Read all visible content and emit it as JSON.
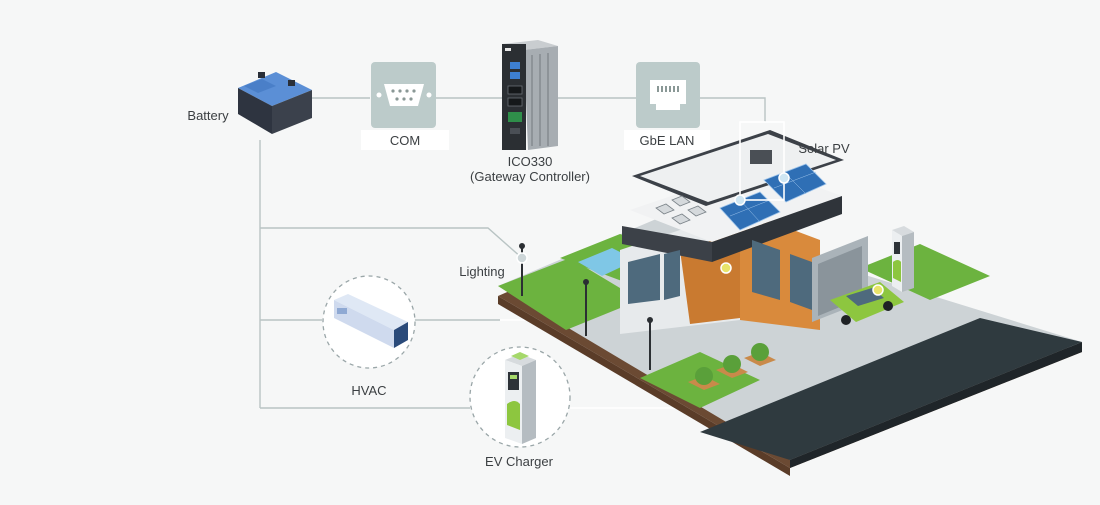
{
  "nodes": {
    "battery": {
      "label": "Battery"
    },
    "com": {
      "label": "COM"
    },
    "controller": {
      "label_line1": "ICO330",
      "label_line2": "(Gateway Controller)"
    },
    "lan": {
      "label": "GbE LAN"
    },
    "solar": {
      "label": "Solar PV"
    },
    "lighting": {
      "label": "Lighting"
    },
    "hvac": {
      "label": "HVAC"
    },
    "ev_charger": {
      "label": "EV Charger"
    }
  },
  "colors": {
    "background": "#f6f7f7",
    "connector_line": "#b9c4c4",
    "icon_tile": "#bccbca",
    "battery_blue": "#3d6fb8",
    "accent_green": "#8dc63f",
    "roof": "#3c4148",
    "brick": "#d98a3c",
    "grass": "#6cb33f",
    "road": "#2f3a3f"
  },
  "icons": [
    "battery-icon",
    "serial-port-icon",
    "gateway-controller-device",
    "ethernet-port-icon",
    "solar-panel-icon",
    "street-lamp-icon",
    "ac-unit-icon",
    "ev-charger-icon",
    "smart-house-illustration"
  ]
}
